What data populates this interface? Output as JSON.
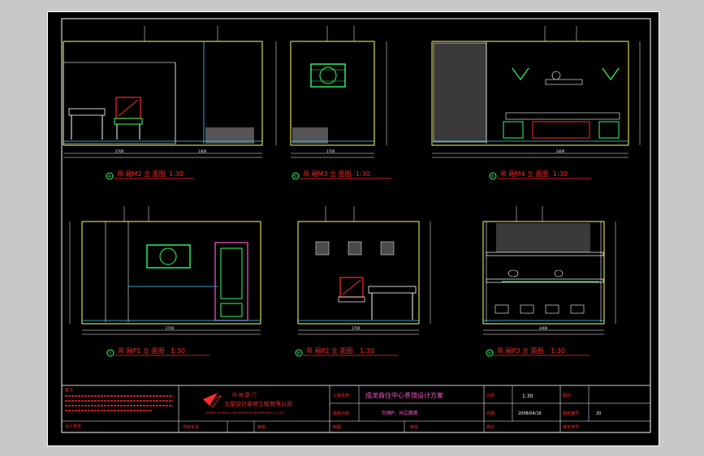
{
  "colors": {
    "background": "#c8c8c8",
    "canvas": "#000000",
    "border": "#ffffff",
    "wall": "#ffff66",
    "dim": "#ffffff",
    "accent_red": "#ff2a2a",
    "accent_green": "#33ff66",
    "accent_cyan": "#33ddff",
    "accent_magenta": "#ff55cc"
  },
  "views": [
    {
      "id": "M2",
      "number": "4",
      "title": "吊 厢M2 立 面图",
      "scale": "1:30",
      "dims": [
        "2700",
        "1400"
      ]
    },
    {
      "id": "M3",
      "number": "5",
      "title": "吊 厢M3 立 面图",
      "scale": "1:30",
      "dims": [
        "1700"
      ]
    },
    {
      "id": "M4",
      "number": "6",
      "title": "吊 厢M4 立 面图",
      "scale": "1:30",
      "dims": [
        "2400"
      ]
    },
    {
      "id": "P1",
      "number": "7",
      "title": "吊 厢P1 立 面图",
      "scale": "1:30",
      "dims": [
        "2700"
      ]
    },
    {
      "id": "P2",
      "number": "8",
      "title": "吊 厢P2 立 面图",
      "scale": "1:30",
      "dims": [
        "1700"
      ]
    },
    {
      "id": "P3",
      "number": "9",
      "title": "吊 厢P3 立 面图",
      "scale": "1:30",
      "dims": [
        "2400"
      ]
    }
  ],
  "title_block": {
    "notes_label": "备注",
    "designer_label": "设计签名",
    "company_line1": "中 国   厦 门",
    "company_line2": "五星设计装修工程有限公司",
    "company_en": "XIAMEN DESIGN & DECORATION ENGINEERING CO.,LTD.",
    "project_label": "工程名称",
    "project_name": "成龙商住中心茶馆设计方案",
    "content_label": "图纸内容",
    "content_value": "包厢P、M立面图",
    "scale_label": "比例",
    "scale_value": "1:30",
    "date_label": "日期",
    "date_value": "2008/04/16",
    "sheet_label": "图别",
    "sheet_no_label": "图纸编号",
    "sheet_no_value": "20",
    "review_label": "审定序号",
    "owner_label": "项目负责",
    "checker_label": "审核",
    "drawer_label": "制图",
    "approver_label": "审定",
    "approve2_label": "校对"
  }
}
